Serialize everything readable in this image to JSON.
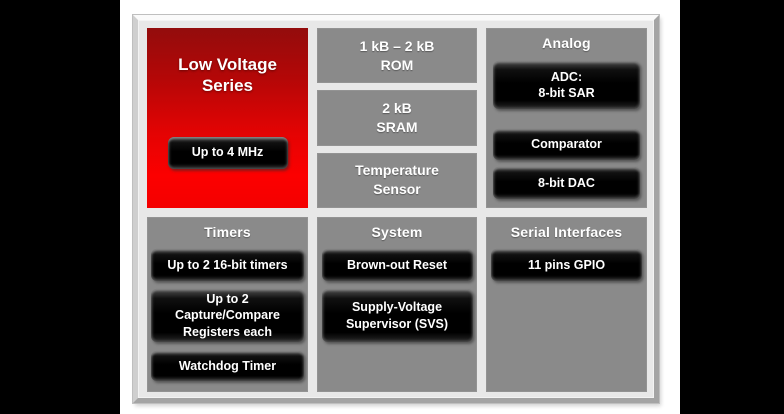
{
  "blocks": {
    "series": {
      "title": "Low Voltage\nSeries",
      "frequency": "Up to 4 MHz"
    },
    "memory": {
      "rom": "1 kB – 2 kB\nROM",
      "sram": "2 kB\nSRAM",
      "temperature": "Temperature\nSensor"
    },
    "analog": {
      "title": "Analog",
      "adc": "ADC:\n8-bit SAR",
      "comparator": "Comparator",
      "dac": "8-bit DAC"
    },
    "timers": {
      "title": "Timers",
      "timer_count": "Up to 2 16-bit timers",
      "capture_compare": "Up to 2\nCapture/Compare\nRegisters each",
      "watchdog": "Watchdog Timer"
    },
    "system": {
      "title": "System",
      "brownout": "Brown-out Reset",
      "svs": "Supply-Voltage\nSupervisor (SVS)"
    },
    "serial": {
      "title": "Serial Interfaces",
      "gpio": "11 pins GPIO"
    }
  },
  "colors": {
    "series_red": "#ee0000",
    "panel_gray": "#8a8a8a",
    "block_black": "#000000",
    "frame_gray": "#e8e8e8",
    "margin_black": "#000000",
    "text_white": "#ffffff"
  }
}
